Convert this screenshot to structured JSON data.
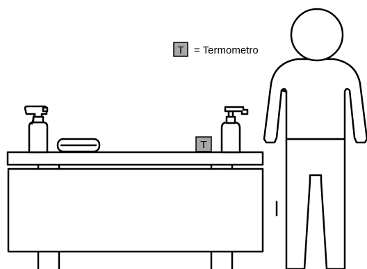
{
  "legend": {
    "symbol": "T",
    "text": "= Termometro"
  },
  "thermometer_on_table": {
    "symbol": "T"
  },
  "colors": {
    "line": "#000000",
    "fill": "#ffffff",
    "thermometer": "#a8a8a8"
  }
}
